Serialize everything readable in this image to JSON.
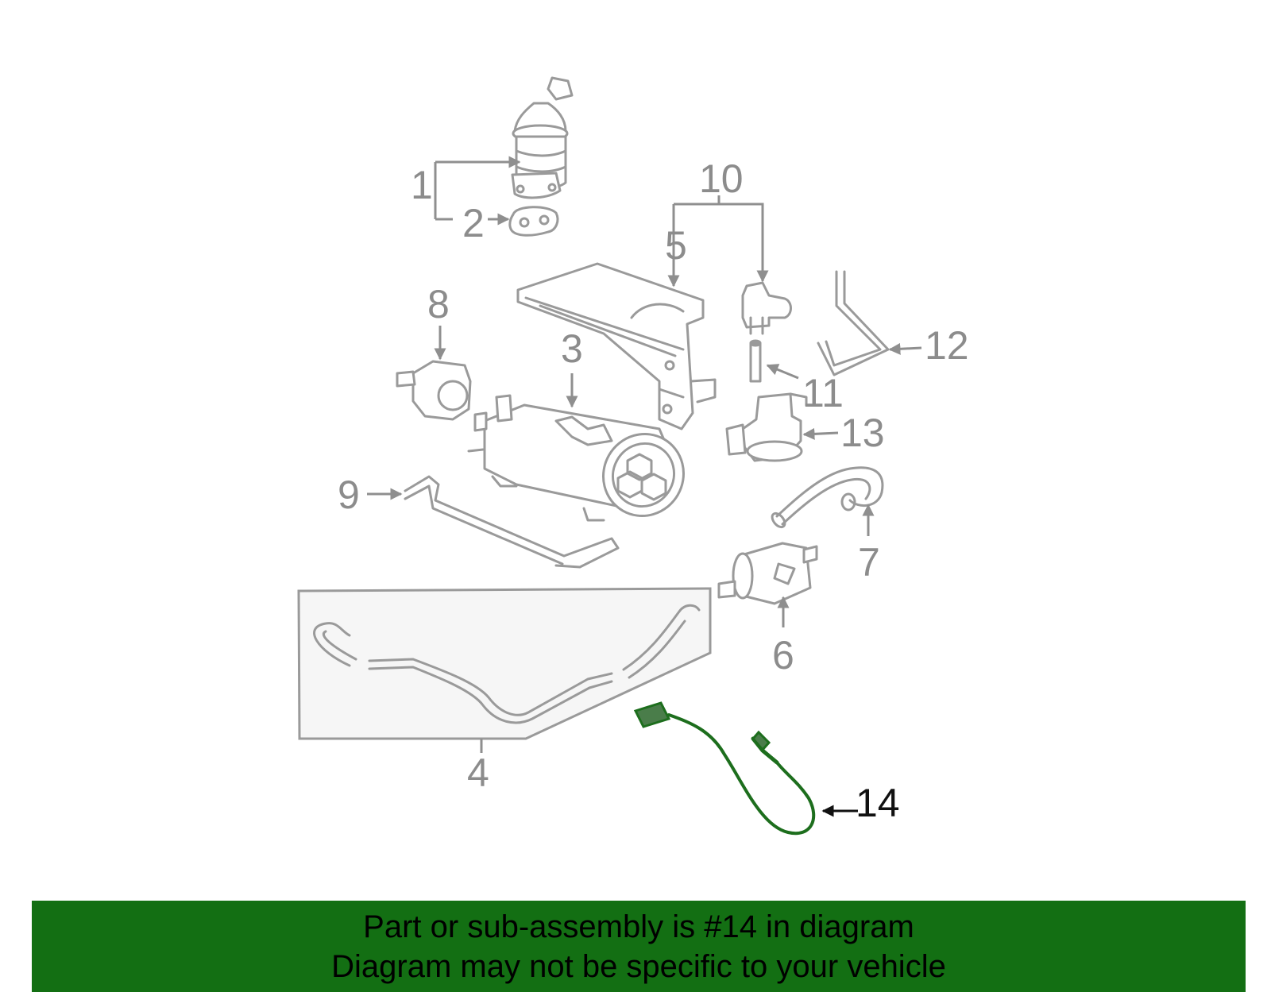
{
  "callouts": {
    "n1": "1",
    "n2": "2",
    "n3": "3",
    "n4": "4",
    "n5": "5",
    "n6": "6",
    "n7": "7",
    "n8": "8",
    "n9": "9",
    "n10": "10",
    "n11": "11",
    "n12": "12",
    "n13": "13",
    "n14": "14"
  },
  "banner": {
    "line1": "Part or sub-assembly is #14 in diagram",
    "line2": "Diagram may not be specific to your vehicle"
  },
  "colors": {
    "highlight_part": "#1d6e1d",
    "banner_background": "#136f13",
    "part_outline": "#9a9a9a"
  }
}
